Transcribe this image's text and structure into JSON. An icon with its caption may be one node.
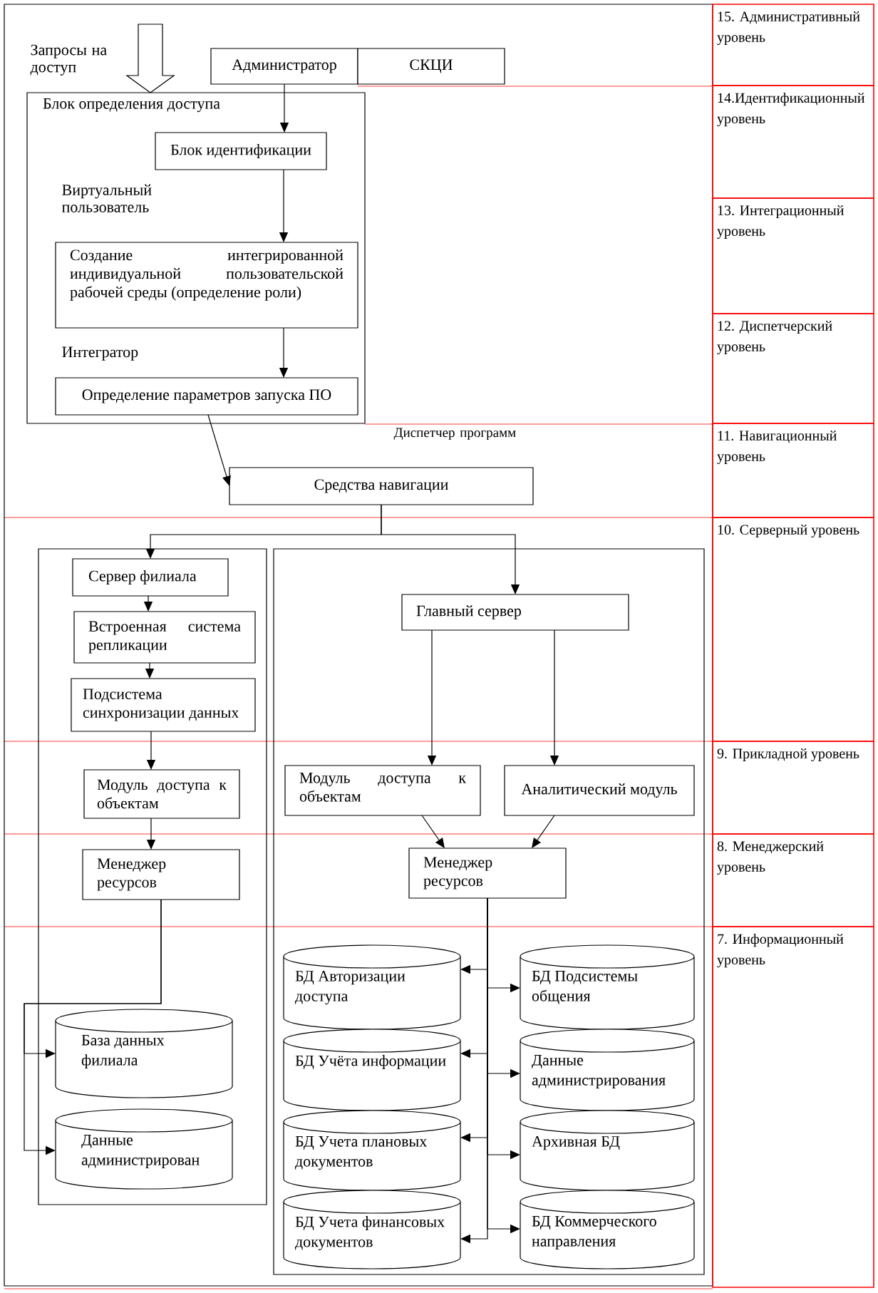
{
  "diagram": {
    "nodes": [
      {
        "text": [
          "Администратор"
        ]
      },
      {
        "text": [
          "СКЦИ"
        ]
      },
      {
        "text": [
          "Блок определения доступа"
        ]
      },
      {
        "text": [
          "Блок идентификации"
        ],
        "in": 2
      },
      {
        "text": [
          "Создание интегрированной индивидуальной пользовательской рабочей среды (определение роли)"
        ],
        "in": 2
      },
      {
        "text": [
          "Определение параметров запуска ПО"
        ],
        "in": 2,
        "beside": [
          "Интегратор"
        ]
      },
      {
        "text": [
          "Средства навигации"
        ],
        "beside": [
          "Диспетчер программ"
        ]
      },
      {
        "text": [],
        "shape": "box"
      },
      {
        "text": [
          "Сервер филиала"
        ],
        "in": 7
      },
      {
        "text": [
          "Встроенная система репликации"
        ],
        "in": 7
      },
      {
        "text": [
          "Подсистема синхронизации данных"
        ],
        "in": 7
      },
      {
        "text": [
          "Модуль доступа к объектам"
        ],
        "in": 7
      },
      {
        "text": [
          "Менеджер ресурсов"
        ],
        "in": 7
      },
      {
        "text": [
          "База данных филиала"
        ],
        "in": 7
      },
      {
        "text": [
          "Данные администрирован"
        ],
        "in": 7
      },
      {
        "text": [],
        "shape": "box"
      },
      {
        "text": [
          "Главный сервер"
        ],
        "in": 15
      },
      {
        "text": [
          "Модуль доступа к объектам"
        ],
        "in": 15
      },
      {
        "text": [
          "Аналитический модуль"
        ],
        "in": 15
      },
      {
        "text": [
          "Менеджер ресурсов"
        ],
        "in": 15
      },
      {
        "text": [
          "БД Авторизации доступа"
        ],
        "in": 15
      },
      {
        "text": [
          "БД Подсистемы общения"
        ],
        "in": 15
      },
      {
        "text": [
          "БД Учёта информации"
        ],
        "in": 15
      },
      {
        "text": [
          "Данные администрирования"
        ],
        "in": 15
      },
      {
        "text": [
          "БД Учета плановых документов"
        ],
        "in": 15
      },
      {
        "text": [
          "Архивная БД"
        ],
        "in": 15
      },
      {
        "text": [
          "БД Учета финансовых документов"
        ],
        "in": 15
      },
      {
        "text": [
          "БД Коммерческого направления"
        ],
        "in": 15
      },
      {
        "text": [
          "15. Административный уровень"
        ]
      },
      {
        "text": [
          "14.Идентификационный уровень"
        ]
      },
      {
        "text": [
          "13. Интеграционный уровень"
        ]
      },
      {
        "text": [
          "12. Диспетчерский уровень"
        ]
      },
      {
        "text": [
          "11. Навигационный уровень"
        ]
      },
      {
        "text": [
          "10. Серверный уровень"
        ]
      },
      {
        "text": [
          "9. Прикладной уровень"
        ]
      },
      {
        "text": [
          "8. Менеджерский уровень"
        ]
      },
      {
        "text": [
          "7. Информационный уровень"
        ]
      }
    ],
    "edges": [
      {
        "from": null,
        "to": 2,
        "arrow": "to",
        "label": "Запросы на доступ",
        "style": "thick"
      },
      {
        "from": 0,
        "to": 3,
        "arrow": "to"
      },
      {
        "from": 3,
        "to": 4,
        "arrow": "to"
      },
      {
        "from": 4,
        "to": 5,
        "arrow": "to"
      },
      {
        "from": 5,
        "to": 6,
        "arrow": "to"
      },
      {
        "from": 6,
        "to": 8,
        "arrow": "to"
      },
      {
        "from": 6,
        "to": 16,
        "arrow": "to"
      },
      {
        "from": 8,
        "to": 9,
        "arrow": "to"
      },
      {
        "from": 9,
        "to": 10,
        "arrow": "to"
      },
      {
        "from": 10,
        "to": 11,
        "arrow": "to"
      },
      {
        "from": 11,
        "to": 12,
        "arrow": "to"
      },
      {
        "from": 12,
        "to": 13,
        "arrow": "to"
      },
      {
        "from": 12,
        "to": 14,
        "arrow": "to"
      },
      {
        "from": 16,
        "to": 17,
        "arrow": "to"
      },
      {
        "from": 16,
        "to": 18,
        "arrow": "to"
      },
      {
        "from": 17,
        "to": 19,
        "arrow": "to"
      },
      {
        "from": 18,
        "to": 19,
        "arrow": "to"
      },
      {
        "from": 19,
        "to": 20,
        "arrow": "to"
      },
      {
        "from": 19,
        "to": 21,
        "arrow": "to"
      },
      {
        "from": 19,
        "to": 22,
        "arrow": "to"
      },
      {
        "from": 19,
        "to": 23,
        "arrow": "to"
      },
      {
        "from": 19,
        "to": 24,
        "arrow": "to"
      },
      {
        "from": 19,
        "to": 25,
        "arrow": "to"
      },
      {
        "from": 19,
        "to": 26,
        "arrow": "to"
      },
      {
        "from": 19,
        "to": 27,
        "arrow": "to"
      }
    ],
    "labels": [
      "Виртуальный пользователь"
    ]
  }
}
